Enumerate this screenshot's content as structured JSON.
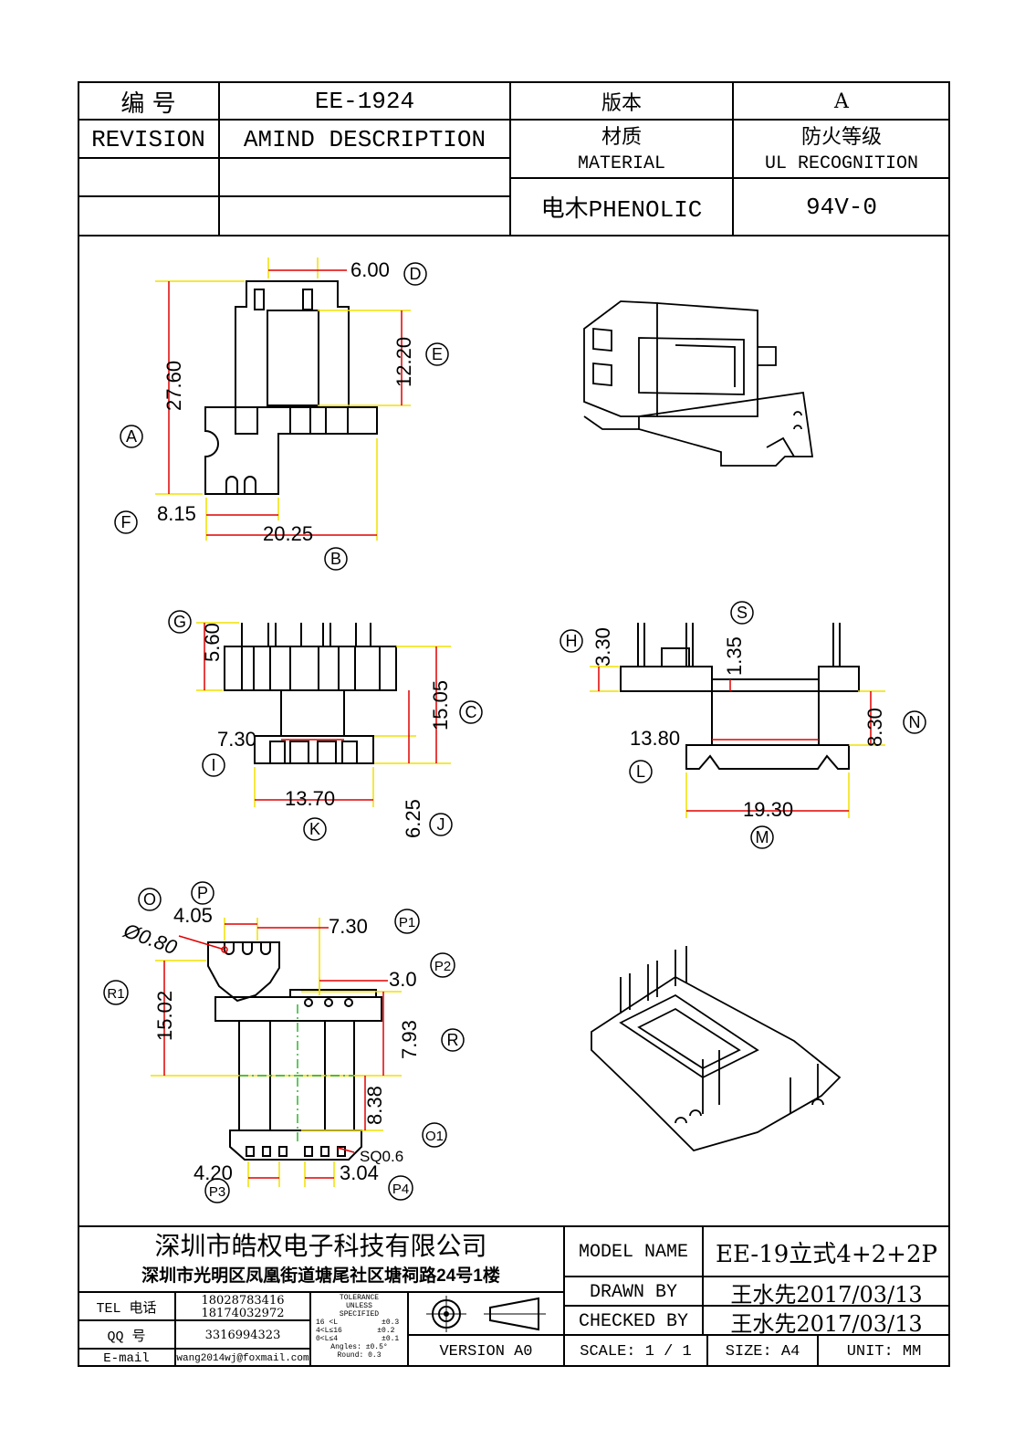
{
  "header": {
    "code_label": "编 号",
    "code_value": "EE-1924",
    "version_label": "版本",
    "version_value": "A",
    "revision_label": "REVISION",
    "description_label": "AMIND DESCRIPTION",
    "material_label_cn": "材质",
    "material_label_en": "MATERIAL",
    "ul_label_cn": "防火等级",
    "ul_label_en": "UL RECOGNITION",
    "material_value": "电木PHENOLIC",
    "ul_value": "94V-0"
  },
  "views": {
    "top": {
      "dims": [
        "6.00",
        "12.20",
        "27.60",
        "8.15",
        "20.25"
      ],
      "labels": [
        "D",
        "E",
        "A",
        "F",
        "B"
      ]
    },
    "front": {
      "dims": [
        "5.60",
        "15.05",
        "7.30",
        "13.70",
        "6.25"
      ],
      "labels": [
        "G",
        "C",
        "I",
        "K",
        "J"
      ]
    },
    "side": {
      "dims": [
        "3.30",
        "1.35",
        "8.30",
        "13.80",
        "19.30"
      ],
      "labels": [
        "H",
        "S",
        "N",
        "L",
        "M"
      ]
    },
    "bottom": {
      "dims": [
        "4.05",
        "7.30",
        "3.0",
        "15.02",
        "7.93",
        "8.38",
        "4.20",
        "3.04",
        "SQ0.6"
      ],
      "diameter": "Ø0.80",
      "labels": [
        "O",
        "P",
        "P1",
        "P2",
        "R1",
        "R",
        "O1",
        "P3",
        "P4"
      ]
    }
  },
  "footer": {
    "company": "深圳市皓权电子科技有限公司",
    "address": "深圳市光明区凤凰街道塘尾社区塘祠路24号1楼",
    "tel_label": "TEL 电话",
    "tel_values": [
      "18028783416",
      "18174032972"
    ],
    "qq_label": "QQ  号",
    "qq_value": "3316994323",
    "email_label": "E-mail",
    "email_value": "wang2014wj@foxmail.com",
    "tolerance_title": [
      "TOLERANCE",
      "UNLESS",
      "SPECIFIED"
    ],
    "tolerance_lines": [
      "16 <L          ±0.3",
      "4<L≤16        ±0.2",
      "0<L≤4          ±0.1",
      "Angles: ±0.5°",
      "Round: 0.3"
    ],
    "version": "VERSION A0",
    "model_label": "MODEL NAME",
    "model_value": "EE-19立式4+2+2P",
    "drawn_label": "DRAWN BY",
    "drawn_value": "王水先2017/03/13",
    "checked_label": "CHECKED BY",
    "checked_value": "王水先2017/03/13",
    "scale": "SCALE: 1 / 1",
    "size": "SIZE: A4",
    "unit": "UNIT: MM"
  },
  "colors": {
    "dimension": "#e00000",
    "centerline": "#00a000",
    "extension": "#f0e000"
  }
}
